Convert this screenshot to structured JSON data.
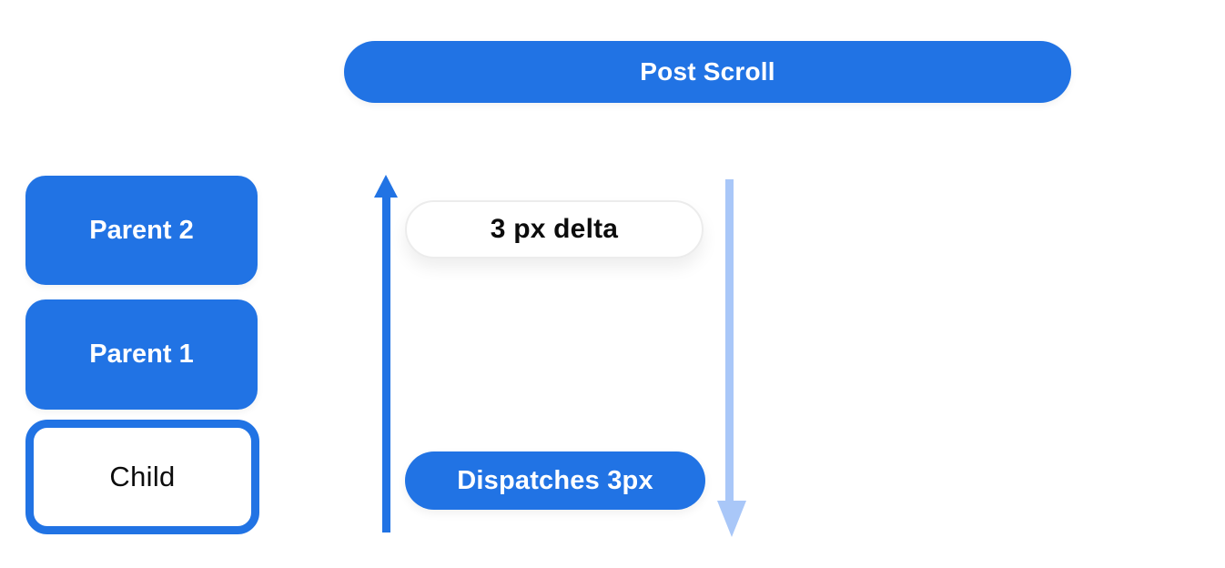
{
  "colors": {
    "primary_blue": "#2173e4",
    "light_blue": "#a9c7f8",
    "pill_border": "#ececec",
    "text_on_blue": "#ffffff",
    "text_dark": "#0c0c0c",
    "background": "#ffffff"
  },
  "banner": {
    "label": "Post Scroll"
  },
  "stack": {
    "items": [
      {
        "label": "Parent 2",
        "variant": "filled"
      },
      {
        "label": "Parent 1",
        "variant": "filled"
      },
      {
        "label": "Child",
        "variant": "outlined"
      }
    ]
  },
  "flow": {
    "delta_pill_label": "3 px delta",
    "dispatch_pill_label": "Dispatches 3px",
    "up_arrow_icon": "arrow-up",
    "down_arrow_icon": "arrow-down"
  }
}
